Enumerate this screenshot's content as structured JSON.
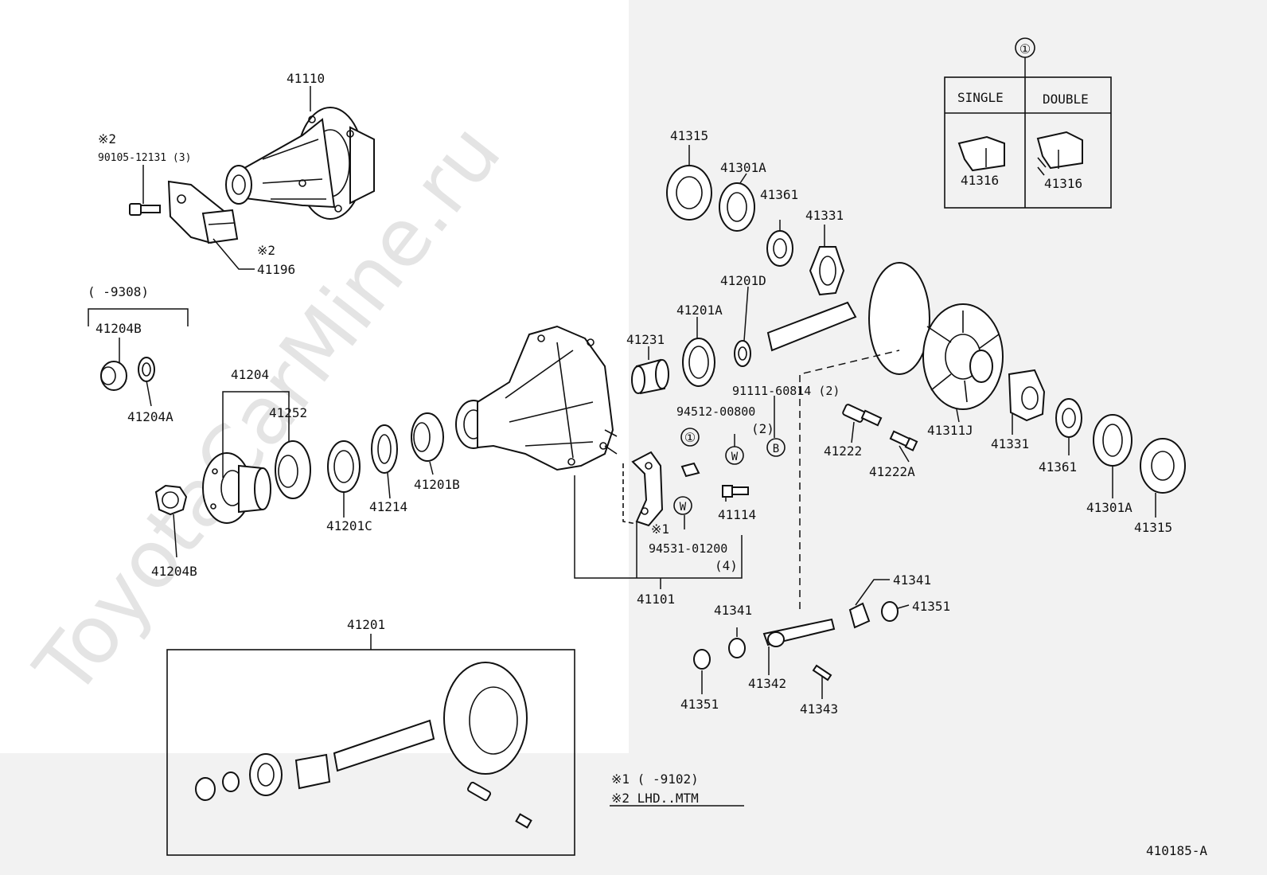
{
  "watermark": "ToyotaCarMine.ru",
  "diagram_code": "410185-A",
  "notes": {
    "n1": "※1 (      -9102)",
    "n2": "※2  LHD..MTM"
  },
  "inset": {
    "marker": "①",
    "single": "SINGLE",
    "double": "DOUBLE",
    "part_single": "41316",
    "part_double": "41316"
  },
  "markers": {
    "one": "①",
    "w": "W",
    "b": "B"
  },
  "labels": {
    "p41110": "41110",
    "mark2a": "※2",
    "p90105": "90105-12131 (3)",
    "mark2b": "※2",
    "p41196": "41196",
    "date9308": "(      -9308)",
    "p41204B_top": "41204B",
    "p41204A": "41204A",
    "p41204": "41204",
    "p41252": "41252",
    "p41204B_bot": "41204B",
    "p41201C": "41201C",
    "p41214": "41214",
    "p41201B": "41201B",
    "p41315_top": "41315",
    "p41301A_top": "41301A",
    "p41361_top": "41361",
    "p41331_top": "41331",
    "p41201D": "41201D",
    "p41201A": "41201A",
    "p41231": "41231",
    "p91111": "91111-60814 (2)",
    "p94512": "94512-00800",
    "qty2": "(2)",
    "mark1": "※1",
    "p94531": "94531-01200",
    "qty4": "(4)",
    "p41114": "41114",
    "p41101": "41101",
    "p41222": "41222",
    "p41222A": "41222A",
    "p41311J": "41311J",
    "p41331_bot": "41331",
    "p41361_bot": "41361",
    "p41301A_bot": "41301A",
    "p41315_bot": "41315",
    "p41341_r": "41341",
    "p41351_r": "41351",
    "p41341_l": "41341",
    "p41351_l": "41351",
    "p41342": "41342",
    "p41343": "41343",
    "p41201": "41201"
  }
}
